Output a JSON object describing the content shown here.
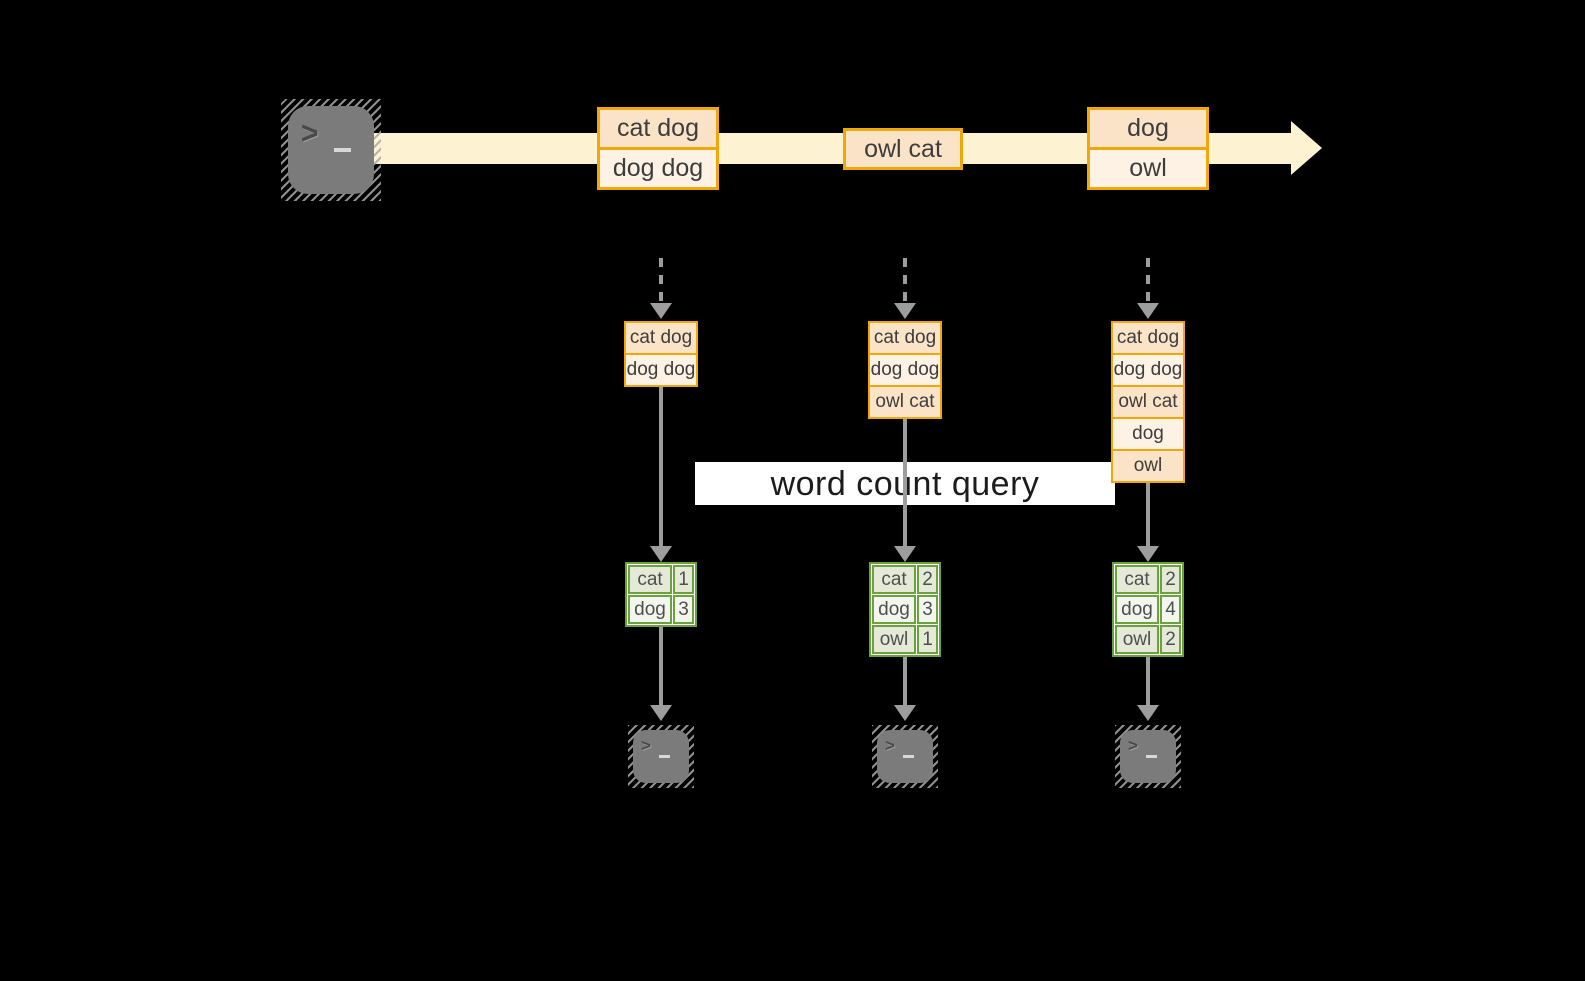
{
  "diagram": {
    "source": {
      "icon": "terminal",
      "prompt_glyph": ">"
    },
    "stream": {
      "events": [
        {
          "lines": [
            "cat dog",
            "dog dog"
          ]
        },
        {
          "lines": [
            "owl cat"
          ]
        },
        {
          "lines": [
            "dog",
            "owl"
          ]
        }
      ]
    },
    "query": {
      "label": "word count query"
    },
    "pipelines": [
      {
        "buffer": [
          "cat dog",
          "dog dog"
        ],
        "counts": [
          {
            "word": "cat",
            "count": "1"
          },
          {
            "word": "dog",
            "count": "3"
          }
        ]
      },
      {
        "buffer": [
          "cat dog",
          "dog dog",
          "owl cat"
        ],
        "counts": [
          {
            "word": "cat",
            "count": "2"
          },
          {
            "word": "dog",
            "count": "3"
          },
          {
            "word": "owl",
            "count": "1"
          }
        ]
      },
      {
        "buffer": [
          "cat dog",
          "dog dog",
          "owl cat",
          "dog",
          "owl"
        ],
        "counts": [
          {
            "word": "cat",
            "count": "2"
          },
          {
            "word": "dog",
            "count": "4"
          },
          {
            "word": "owl",
            "count": "2"
          }
        ]
      }
    ],
    "sinks": [
      {
        "icon": "terminal",
        "prompt_glyph": ">"
      },
      {
        "icon": "terminal",
        "prompt_glyph": ">"
      },
      {
        "icon": "terminal",
        "prompt_glyph": ">"
      }
    ],
    "colors": {
      "background": "#000000",
      "stream_fill": "#fdf3d2",
      "event_border": "#f0a70a",
      "event_fill_a": "#fbe3c7",
      "event_fill_b": "#fdf2e3",
      "table_border": "#6aa23e",
      "table_fill_a": "#e4ead7",
      "table_fill_b": "#f3f6ee",
      "arrow_gray": "#9d9d9d",
      "terminal_gray": "#7b7b7b",
      "query_bg": "#ffffff",
      "text": "#3d3d3d"
    }
  }
}
